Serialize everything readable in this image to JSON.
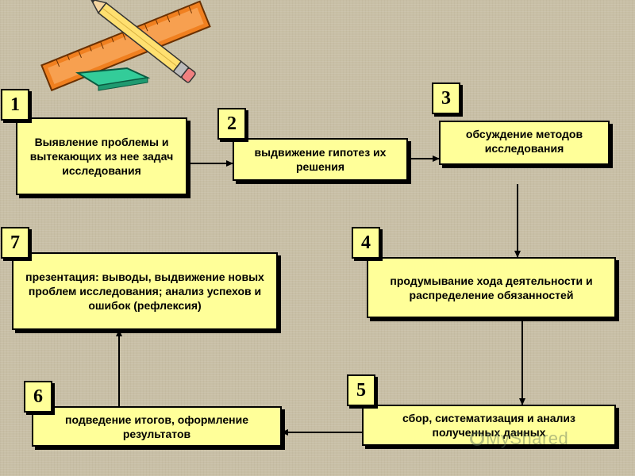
{
  "steps": [
    {
      "num": "1",
      "text": "Выявление проблемы и вытекающих из нее задач исследования"
    },
    {
      "num": "2",
      "text": "выдвижение гипотез их решения"
    },
    {
      "num": "3",
      "text": "обсуждение методов исследования"
    },
    {
      "num": "4",
      "text": "продумывание хода деятельности и распределение обязанностей"
    },
    {
      "num": "5",
      "text": "сбор, систематизация и анализ полученных данных"
    },
    {
      "num": "6",
      "text": "подведение итогов, оформление результатов"
    },
    {
      "num": "7",
      "text": "презентация: выводы, выдвижение новых проблем исследования; анализ успехов и ошибок (рефлексия)"
    }
  ],
  "watermark": "MyShared",
  "icons": {
    "decoration": "ruler-pencil-eraser-icon",
    "watermark": "watermark-logo-icon"
  },
  "colors": {
    "box_fill": "#ffff99",
    "background": "#c8bfa6",
    "ruler": "#f08020",
    "eraser": "#33cc99"
  }
}
